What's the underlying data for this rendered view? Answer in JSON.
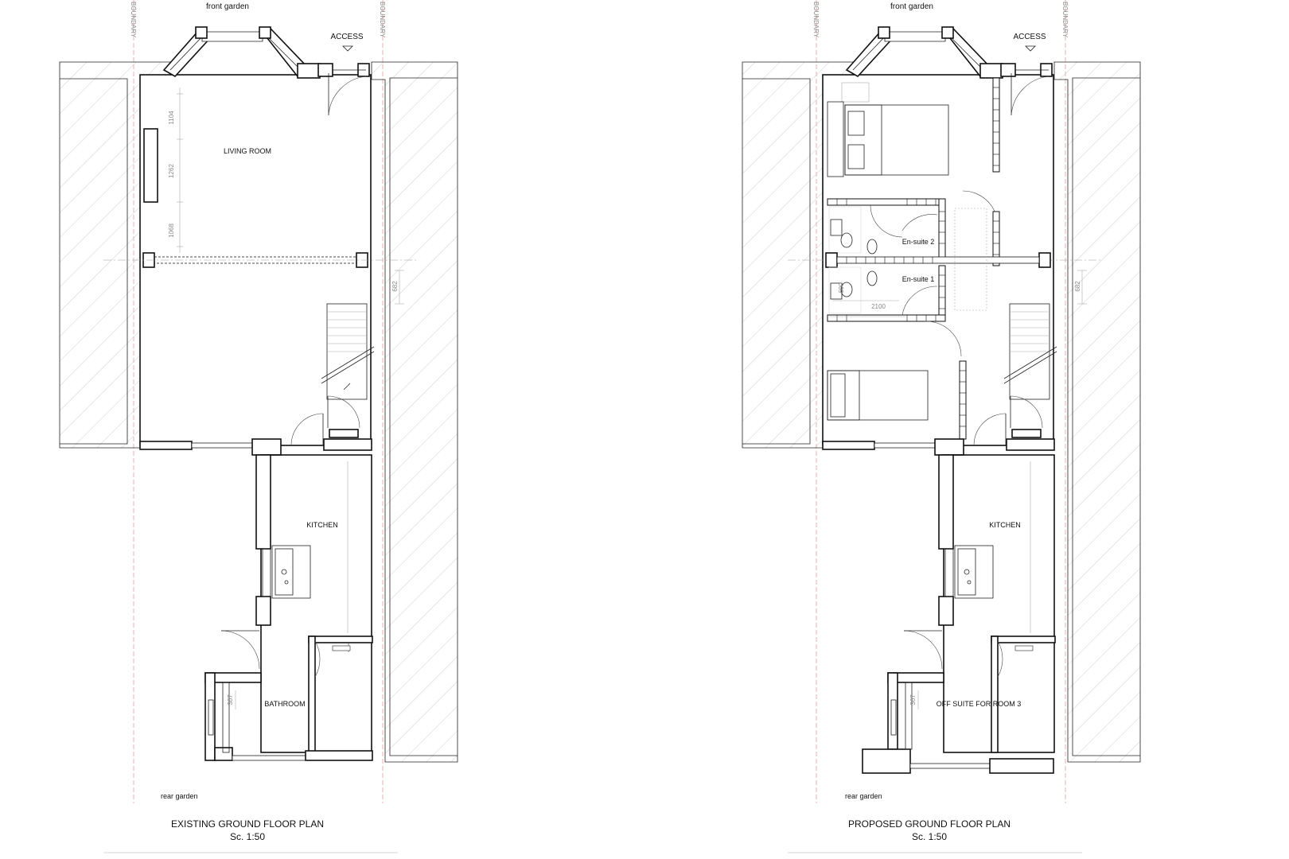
{
  "existing_plan": {
    "title": "EXISTING GROUND FLOOR  PLAN",
    "scale": "Sc. 1:50",
    "front_garden": "front garden",
    "rear_garden": "rear garden",
    "access": "ACCESS",
    "boundary": "BOUNDARY",
    "rooms": {
      "living_room": "LIVING ROOM",
      "kitchen": "KITCHEN",
      "bathroom": "BATHROOM"
    },
    "dimensions": {
      "d1": "1104",
      "d2": "1262",
      "d3": "1068",
      "d4": "682",
      "d5": "367"
    }
  },
  "proposed_plan": {
    "title": "PROPOSED GROUND FLOOR  PLAN",
    "scale": "Sc. 1:50",
    "front_garden": "front garden",
    "rear_garden": "rear garden",
    "access": "ACCESS",
    "boundary": "BOUNDARY",
    "rooms": {
      "ensuite_2": "En-suite 2",
      "ensuite_1": "En-suite 1",
      "kitchen": "KITCHEN",
      "off_suite": "OFF SUITE FOR ROOM 3"
    },
    "dimensions": {
      "d1": "682",
      "d2": "2100",
      "d3": "367",
      "d4": "600"
    }
  }
}
